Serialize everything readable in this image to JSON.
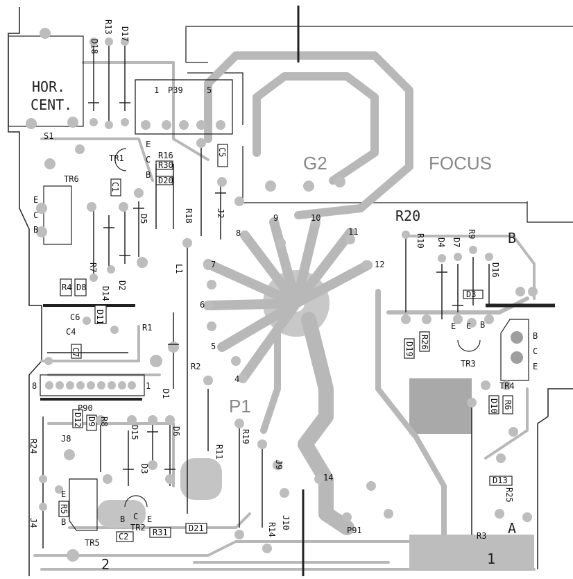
{
  "labels": {
    "hor_cent_1": "HOR.",
    "hor_cent_2": "CENT.",
    "s1": "S1",
    "d18": "D18",
    "r13": "R13",
    "d17": "D17",
    "p39": "P39",
    "p39_pin1": "1",
    "p39_pin5": "5",
    "c5": "C5",
    "g2": "G2",
    "focus": "FOCUS",
    "r20": "R20",
    "b_top": "B",
    "tr1": "TR1",
    "e_tr1": "E",
    "c_tr1": "C",
    "b_tr1": "B",
    "r16": "R16",
    "r30": "R30",
    "d20": "D20",
    "tr6": "TR6",
    "e_tr6": "E",
    "c_tr6": "C",
    "b_tr6": "B",
    "c1": "C1",
    "d5": "D5",
    "r18": "R18",
    "j2": "J2",
    "n8": "8",
    "n9": "9",
    "n10": "10",
    "n11": "11",
    "n12": "12",
    "n7": "7",
    "n6": "6",
    "n5": "5",
    "n4": "4",
    "r10": "R10",
    "d4": "D4",
    "d7": "D7",
    "r9": "R9",
    "d16": "D16",
    "d3": "D3",
    "l1": "L1",
    "r7": "R7",
    "d2": "D2",
    "r4": "R4",
    "d8": "D8",
    "d14": "D14",
    "c6": "C6",
    "d11": "D11",
    "c4": "C4",
    "r1": "R1",
    "c7": "C7",
    "e_tr3": "E",
    "c_tr3": "C",
    "b_tr3": "B",
    "d19": "D19",
    "r26": "R26",
    "tr3": "TR3",
    "b_tr4": "B",
    "c_tr4": "C",
    "e_tr4": "E",
    "r2": "R2",
    "row_8": "8",
    "row_1": "1",
    "d1": "D1",
    "p1": "P1",
    "tr4": "TR4",
    "d10": "D10",
    "r6": "R6",
    "p90": "P90",
    "d12": "D12",
    "d9": "D9",
    "r8": "R8",
    "d15": "D15",
    "d6": "D6",
    "r19": "R19",
    "r11": "R11",
    "j8": "J8",
    "r24": "R24",
    "d3b": "D3",
    "j9": "J9",
    "n14": "14",
    "d13": "D13",
    "r25": "R25",
    "e_tr5": "E",
    "r5": "R5",
    "b_tr5": "B",
    "b_tr2": "B",
    "c_tr2": "C",
    "e_tr2": "E",
    "j10": "J10",
    "j4": "J4",
    "tr5": "TR5",
    "c2": "C2",
    "tr2": "TR2",
    "r31": "R31",
    "d21": "D21",
    "r14": "R14",
    "p91": "P91",
    "r3": "R3",
    "a": "A",
    "n2": "2",
    "n1": "1"
  }
}
